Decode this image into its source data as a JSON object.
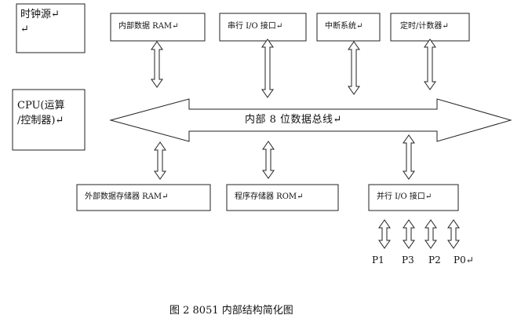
{
  "blocks": {
    "clock": "时钟源↵",
    "clock_mark": "↵",
    "cpu_line1": "CPU(运算",
    "cpu_line2": "/控制器)↵",
    "internal_ram": "内部数据 RAM↵",
    "serial_io": "串行 I/O 接口↵",
    "interrupt": "中断系统↵",
    "timer": "定时/计数器↵",
    "external_ram": "外部数据存储器 RAM↵",
    "program_rom": "程序存储器 ROM↵",
    "parallel_io": "并行 I/O 接口↵"
  },
  "bus": {
    "label": "内部 8 位数据总线↵"
  },
  "ports": [
    "P1",
    "P3",
    "P2",
    "P0↵"
  ],
  "caption": "图 2  8051 内部结构简化图",
  "colors": {
    "stroke": "#222222",
    "fill": "#ffffff",
    "text": "#111111"
  }
}
